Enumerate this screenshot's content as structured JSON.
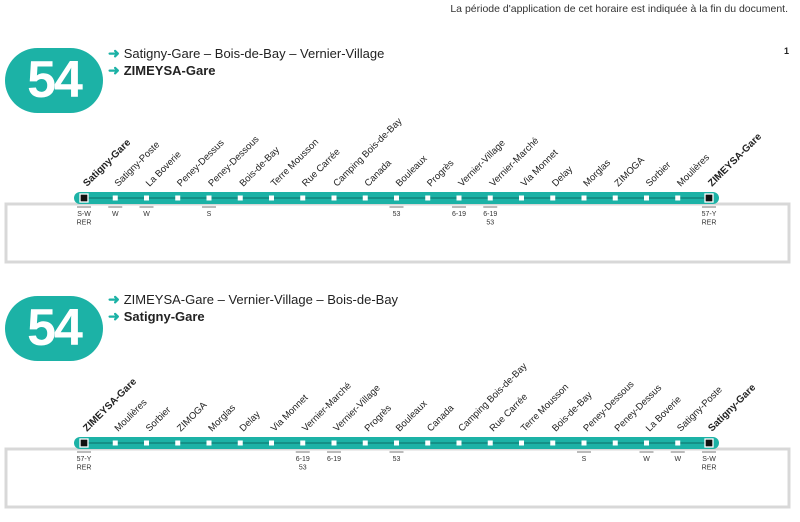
{
  "notice": "La période d'application de cet horaire est indiquée à la fin du document.",
  "page_number": "1",
  "colors": {
    "line": "#1cb2a6",
    "badge": "#1cb2a6",
    "box_border": "#d8d8d8"
  },
  "icon": "arrow-right-icon",
  "sections": [
    {
      "line_number": "54",
      "via": "Satigny-Gare – Bois-de-Bay – Vernier-Village",
      "destination": "ZIMEYSA-Gare",
      "stops": [
        {
          "name": "Satigny-Gare",
          "terminus": true,
          "conn": [
            "S-W",
            "RER"
          ]
        },
        {
          "name": "Satigny-Poste",
          "conn": [
            "W"
          ]
        },
        {
          "name": "La Boverie",
          "conn": [
            "W"
          ]
        },
        {
          "name": "Peney-Dessus",
          "conn": []
        },
        {
          "name": "Peney-Dessous",
          "conn": [
            "S"
          ]
        },
        {
          "name": "Bois-de-Bay",
          "conn": []
        },
        {
          "name": "Terre Mousson",
          "conn": []
        },
        {
          "name": "Rue Carrée",
          "conn": []
        },
        {
          "name": "Camping Bois-de-Bay",
          "conn": []
        },
        {
          "name": "Canada",
          "conn": []
        },
        {
          "name": "Bouleaux",
          "conn": [
            "53"
          ]
        },
        {
          "name": "Progrès",
          "conn": []
        },
        {
          "name": "Vernier-Village",
          "conn": [
            "6-19"
          ]
        },
        {
          "name": "Vernier-Marché",
          "conn": [
            "6-19",
            "53"
          ]
        },
        {
          "name": "Via Monnet",
          "conn": []
        },
        {
          "name": "Delay",
          "conn": []
        },
        {
          "name": "Morglas",
          "conn": []
        },
        {
          "name": "ZIMOGA",
          "conn": []
        },
        {
          "name": "Sorbier",
          "conn": []
        },
        {
          "name": "Moulières",
          "conn": []
        },
        {
          "name": "ZIMEYSA-Gare",
          "terminus": true,
          "conn": [
            "57-Y",
            "RER"
          ]
        }
      ]
    },
    {
      "line_number": "54",
      "via": "ZIMEYSA-Gare – Vernier-Village – Bois-de-Bay",
      "destination": "Satigny-Gare",
      "stops": [
        {
          "name": "ZIMEYSA-Gare",
          "terminus": true,
          "conn": [
            "57-Y",
            "RER"
          ]
        },
        {
          "name": "Moulières",
          "conn": []
        },
        {
          "name": "Sorbier",
          "conn": []
        },
        {
          "name": "ZIMOGA",
          "conn": []
        },
        {
          "name": "Morglas",
          "conn": []
        },
        {
          "name": "Delay",
          "conn": []
        },
        {
          "name": "Via Monnet",
          "conn": []
        },
        {
          "name": "Vernier-Marché",
          "conn": [
            "6-19",
            "53"
          ]
        },
        {
          "name": "Vernier-Village",
          "conn": [
            "6-19"
          ]
        },
        {
          "name": "Progrès",
          "conn": []
        },
        {
          "name": "Bouleaux",
          "conn": [
            "53"
          ]
        },
        {
          "name": "Canada",
          "conn": []
        },
        {
          "name": "Camping Bois-de-Bay",
          "conn": []
        },
        {
          "name": "Rue Carrée",
          "conn": []
        },
        {
          "name": "Terre Mousson",
          "conn": []
        },
        {
          "name": "Bois-de-Bay",
          "conn": []
        },
        {
          "name": "Peney-Dessous",
          "conn": [
            "S"
          ]
        },
        {
          "name": "Peney-Dessus",
          "conn": []
        },
        {
          "name": "La Boverie",
          "conn": [
            "W"
          ]
        },
        {
          "name": "Satigny-Poste",
          "conn": [
            "W"
          ]
        },
        {
          "name": "Satigny-Gare",
          "terminus": true,
          "conn": [
            "S-W",
            "RER"
          ]
        }
      ]
    }
  ]
}
